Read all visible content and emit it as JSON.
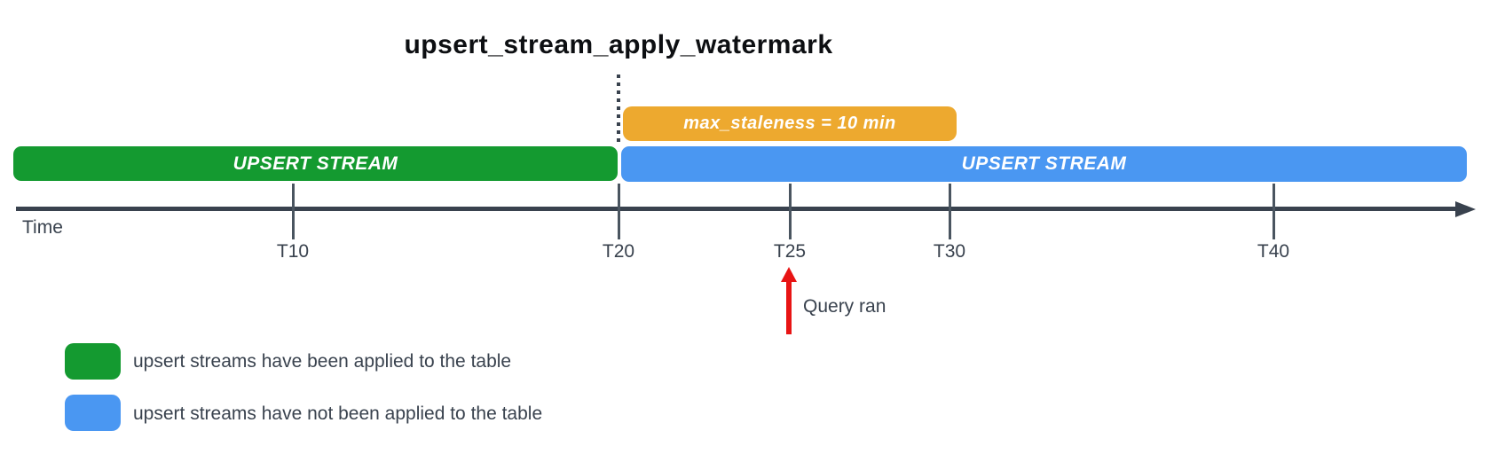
{
  "title": "upsert_stream_apply_watermark",
  "colors": {
    "applied_green": "#149a30",
    "unapplied_blue": "#4a97f2",
    "staleness_orange": "#eda92f",
    "query_arrow_red": "#e81414",
    "axis_dark": "#39424e",
    "title_black": "#0d0f12"
  },
  "bars": {
    "applied": {
      "label": "UPSERT STREAM"
    },
    "unapplied": {
      "label": "UPSERT STREAM"
    },
    "staleness": {
      "label": "max_staleness = 10 min"
    }
  },
  "timeline": {
    "axis_label": "Time",
    "ticks": [
      {
        "label": "T10"
      },
      {
        "label": "T20"
      },
      {
        "label": "T25"
      },
      {
        "label": "T30"
      },
      {
        "label": "T40"
      }
    ]
  },
  "annotations": {
    "query_ran": "Query ran"
  },
  "legend": [
    {
      "label": "upsert streams have been applied to the table",
      "color": "#149a30"
    },
    {
      "label": "upsert streams have not been applied to the table",
      "color": "#4a97f2"
    }
  ]
}
